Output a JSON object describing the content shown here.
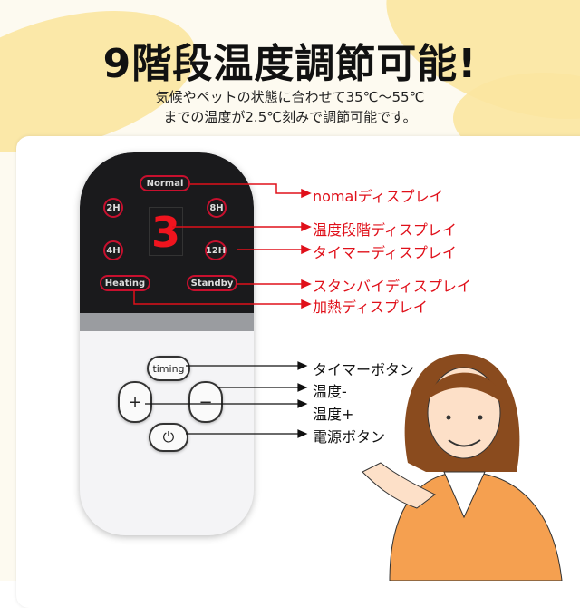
{
  "title": "9階段温度調節可能!",
  "subtitle_line1": "気候やペットの状態に合わせて35℃〜55℃",
  "subtitle_line2": "までの温度が2.5℃刻みで調節可能です。",
  "remote": {
    "normal": "Normal",
    "t2": "2H",
    "t8": "8H",
    "t4": "4H",
    "t12": "12H",
    "digit": "3",
    "heating": "Heating",
    "standby": "Standby",
    "timing": "timing",
    "plus": "+",
    "minus": "−",
    "power_icon": "power-icon"
  },
  "display_labels": [
    "nomalディスプレイ",
    "温度段階ディスプレイ",
    "タイマーディスプレイ",
    "スタンバイディスプレイ",
    "加熱ディスプレイ"
  ],
  "button_labels": [
    "タイマーボタン",
    "温度-",
    "温度+",
    "電源ボタン"
  ],
  "colors": {
    "accent": "#e0101a",
    "brush": "#fbe6a0"
  }
}
